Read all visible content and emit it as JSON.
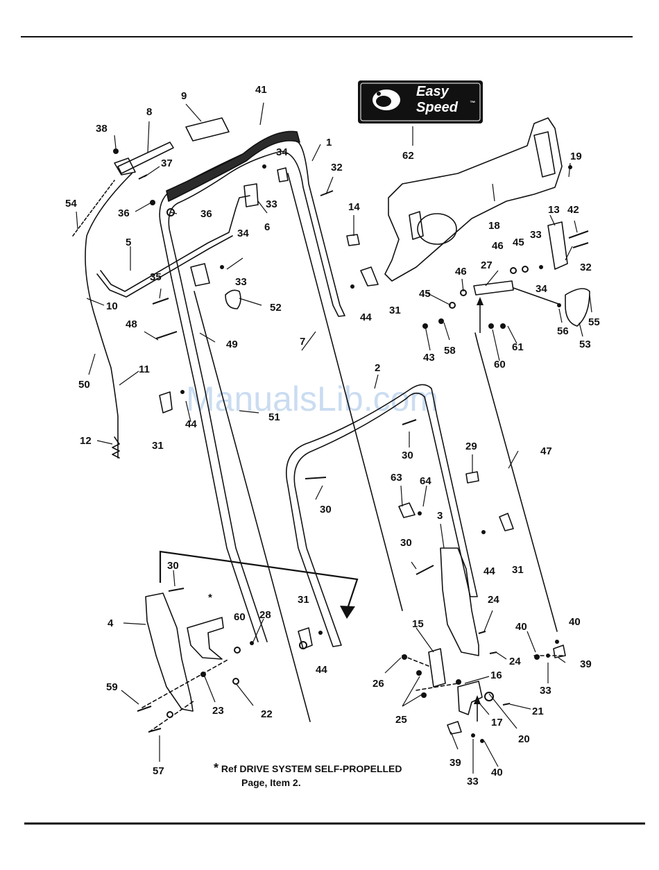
{
  "logo": {
    "line1": "Easy",
    "line2": "Speed",
    "tm": "™"
  },
  "watermark": "ManualsLib.com",
  "note": {
    "asterisk": "*",
    "line1": "Ref DRIVE SYSTEM SELF-PROPELLED",
    "line2": "Page, Item 2."
  },
  "part_labels": [
    "1",
    "2",
    "3",
    "4",
    "5",
    "6",
    "7",
    "8",
    "9",
    "10",
    "11",
    "12",
    "13",
    "14",
    "15",
    "16",
    "17",
    "18",
    "19",
    "20",
    "21",
    "22",
    "23",
    "24",
    "25",
    "26",
    "27",
    "28",
    "29",
    "30",
    "31",
    "32",
    "33",
    "34",
    "35",
    "36",
    "37",
    "38",
    "39",
    "40",
    "41",
    "42",
    "43",
    "44",
    "45",
    "46",
    "47",
    "48",
    "49",
    "50",
    "51",
    "52",
    "53",
    "54",
    "55",
    "56",
    "57",
    "58",
    "59",
    "60",
    "61",
    "62",
    "63",
    "64"
  ]
}
